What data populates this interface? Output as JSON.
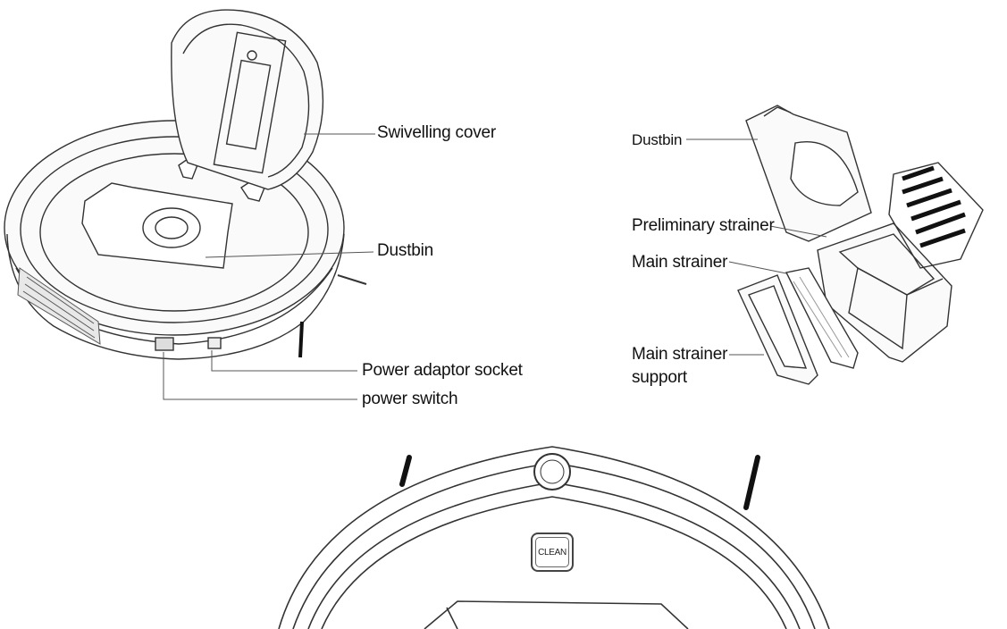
{
  "labels": {
    "swivelling_cover": "Swivelling cover",
    "dustbin_left": "Dustbin",
    "power_adaptor_socket": "Power adaptor socket",
    "power_switch": "power switch",
    "dustbin_right": "Dustbin",
    "preliminary_strainer": "Preliminary strainer",
    "main_strainer": "Main strainer",
    "main_strainer_support_line1": "Main strainer",
    "main_strainer_support_line2": "support",
    "clean_button": "CLEAN"
  }
}
